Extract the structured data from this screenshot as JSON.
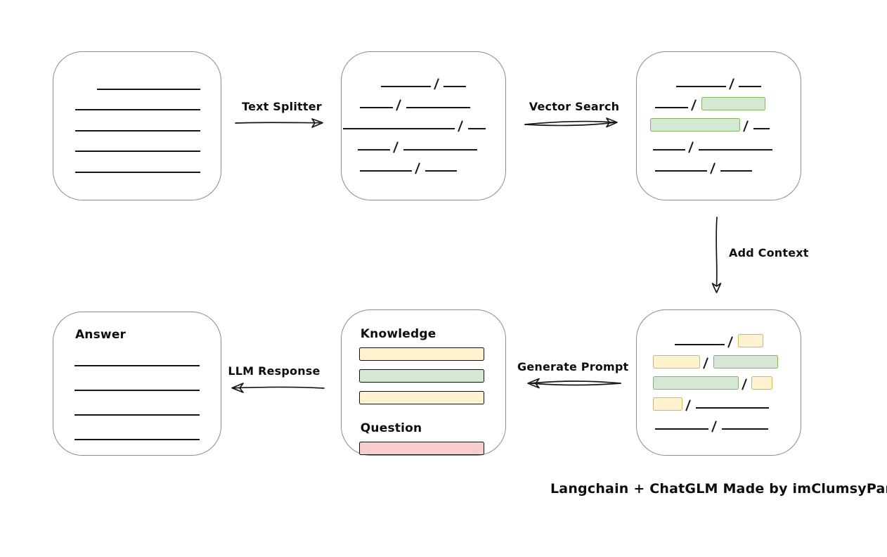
{
  "caption": "Langchain + ChatGLM Made by imClumsyPanda",
  "colors": {
    "green_fill": "#d5e8d4",
    "green_border": "#82b366",
    "yellow_fill": "#fff2cc",
    "yellow_border": "#d6b656",
    "red_fill": "#f8cecc",
    "red_border": "#b85450",
    "box_border": "#8b8b8b",
    "line": "#161616"
  },
  "labels": {
    "text_splitter": "Text Splitter",
    "vector_search": "Vector Search",
    "add_context": "Add Context",
    "generate_prompt": "Generate Prompt",
    "llm_response": "LLM Response",
    "knowledge": "Knowledge",
    "question": "Question",
    "answer": "Answer"
  },
  "nodes": {
    "document": {
      "lines": [
        {
          "ml": 26,
          "w": 62
        },
        {
          "ml": 13,
          "w": 75
        },
        {
          "ml": 13,
          "w": 75
        },
        {
          "ml": 13,
          "w": 75
        },
        {
          "ml": 13,
          "w": 75
        }
      ]
    },
    "chunks": {
      "rows": [
        {
          "ml": 24,
          "segs": [
            {
              "t": "line",
              "w": 40
            },
            {
              "t": "slash"
            },
            {
              "t": "line",
              "w": 18
            }
          ]
        },
        {
          "ml": 11,
          "segs": [
            {
              "t": "line",
              "w": 23
            },
            {
              "t": "slash"
            },
            {
              "t": "line",
              "w": 44
            }
          ]
        },
        {
          "ml": 1,
          "segs": [
            {
              "t": "line",
              "w": 69
            },
            {
              "t": "slash"
            },
            {
              "t": "line",
              "w": 11
            }
          ]
        },
        {
          "ml": 10,
          "segs": [
            {
              "t": "line",
              "w": 22
            },
            {
              "t": "slash"
            },
            {
              "t": "line",
              "w": 50
            }
          ]
        },
        {
          "ml": 11,
          "segs": [
            {
              "t": "line",
              "w": 36
            },
            {
              "t": "slash"
            },
            {
              "t": "line",
              "w": 22
            }
          ]
        }
      ]
    },
    "chunks_matched": {
      "rows": [
        {
          "ml": 24,
          "segs": [
            {
              "t": "line",
              "w": 40
            },
            {
              "t": "slash"
            },
            {
              "t": "line",
              "w": 18
            }
          ]
        },
        {
          "ml": 11,
          "segs": [
            {
              "t": "line",
              "w": 23
            },
            {
              "t": "slash"
            },
            {
              "t": "green",
              "w": 44
            }
          ]
        },
        {
          "ml": 8,
          "segs": [
            {
              "t": "green",
              "w": 60
            },
            {
              "t": "slash"
            },
            {
              "t": "line",
              "w": 11
            }
          ]
        },
        {
          "ml": 10,
          "segs": [
            {
              "t": "line",
              "w": 22
            },
            {
              "t": "slash"
            },
            {
              "t": "line",
              "w": 50
            }
          ]
        },
        {
          "ml": 11,
          "segs": [
            {
              "t": "line",
              "w": 36
            },
            {
              "t": "slash"
            },
            {
              "t": "line",
              "w": 22
            }
          ]
        }
      ]
    },
    "chunks_context": {
      "rows": [
        {
          "ml": 23,
          "segs": [
            {
              "t": "line",
              "w": 40
            },
            {
              "t": "slash"
            },
            {
              "t": "yellow",
              "w": 20
            }
          ]
        },
        {
          "ml": 10,
          "segs": [
            {
              "t": "yellow",
              "w": 32
            },
            {
              "t": "slash"
            },
            {
              "t": "green",
              "w": 44
            }
          ]
        },
        {
          "ml": 10,
          "segs": [
            {
              "t": "green",
              "w": 58
            },
            {
              "t": "slash"
            },
            {
              "t": "yellow",
              "w": 14
            }
          ]
        },
        {
          "ml": 10,
          "segs": [
            {
              "t": "yellow",
              "w": 20
            },
            {
              "t": "slash"
            },
            {
              "t": "line",
              "w": 50
            }
          ]
        },
        {
          "ml": 11,
          "segs": [
            {
              "t": "line",
              "w": 37
            },
            {
              "t": "slash"
            },
            {
              "t": "line",
              "w": 32
            }
          ]
        }
      ]
    },
    "prompt": {
      "items": [
        {
          "t": "label",
          "key": "knowledge"
        },
        {
          "t": "yellow"
        },
        {
          "t": "green"
        },
        {
          "t": "yellow"
        },
        {
          "t": "label",
          "key": "question"
        },
        {
          "t": "red"
        }
      ]
    },
    "answer": {
      "line_count": 4
    }
  }
}
